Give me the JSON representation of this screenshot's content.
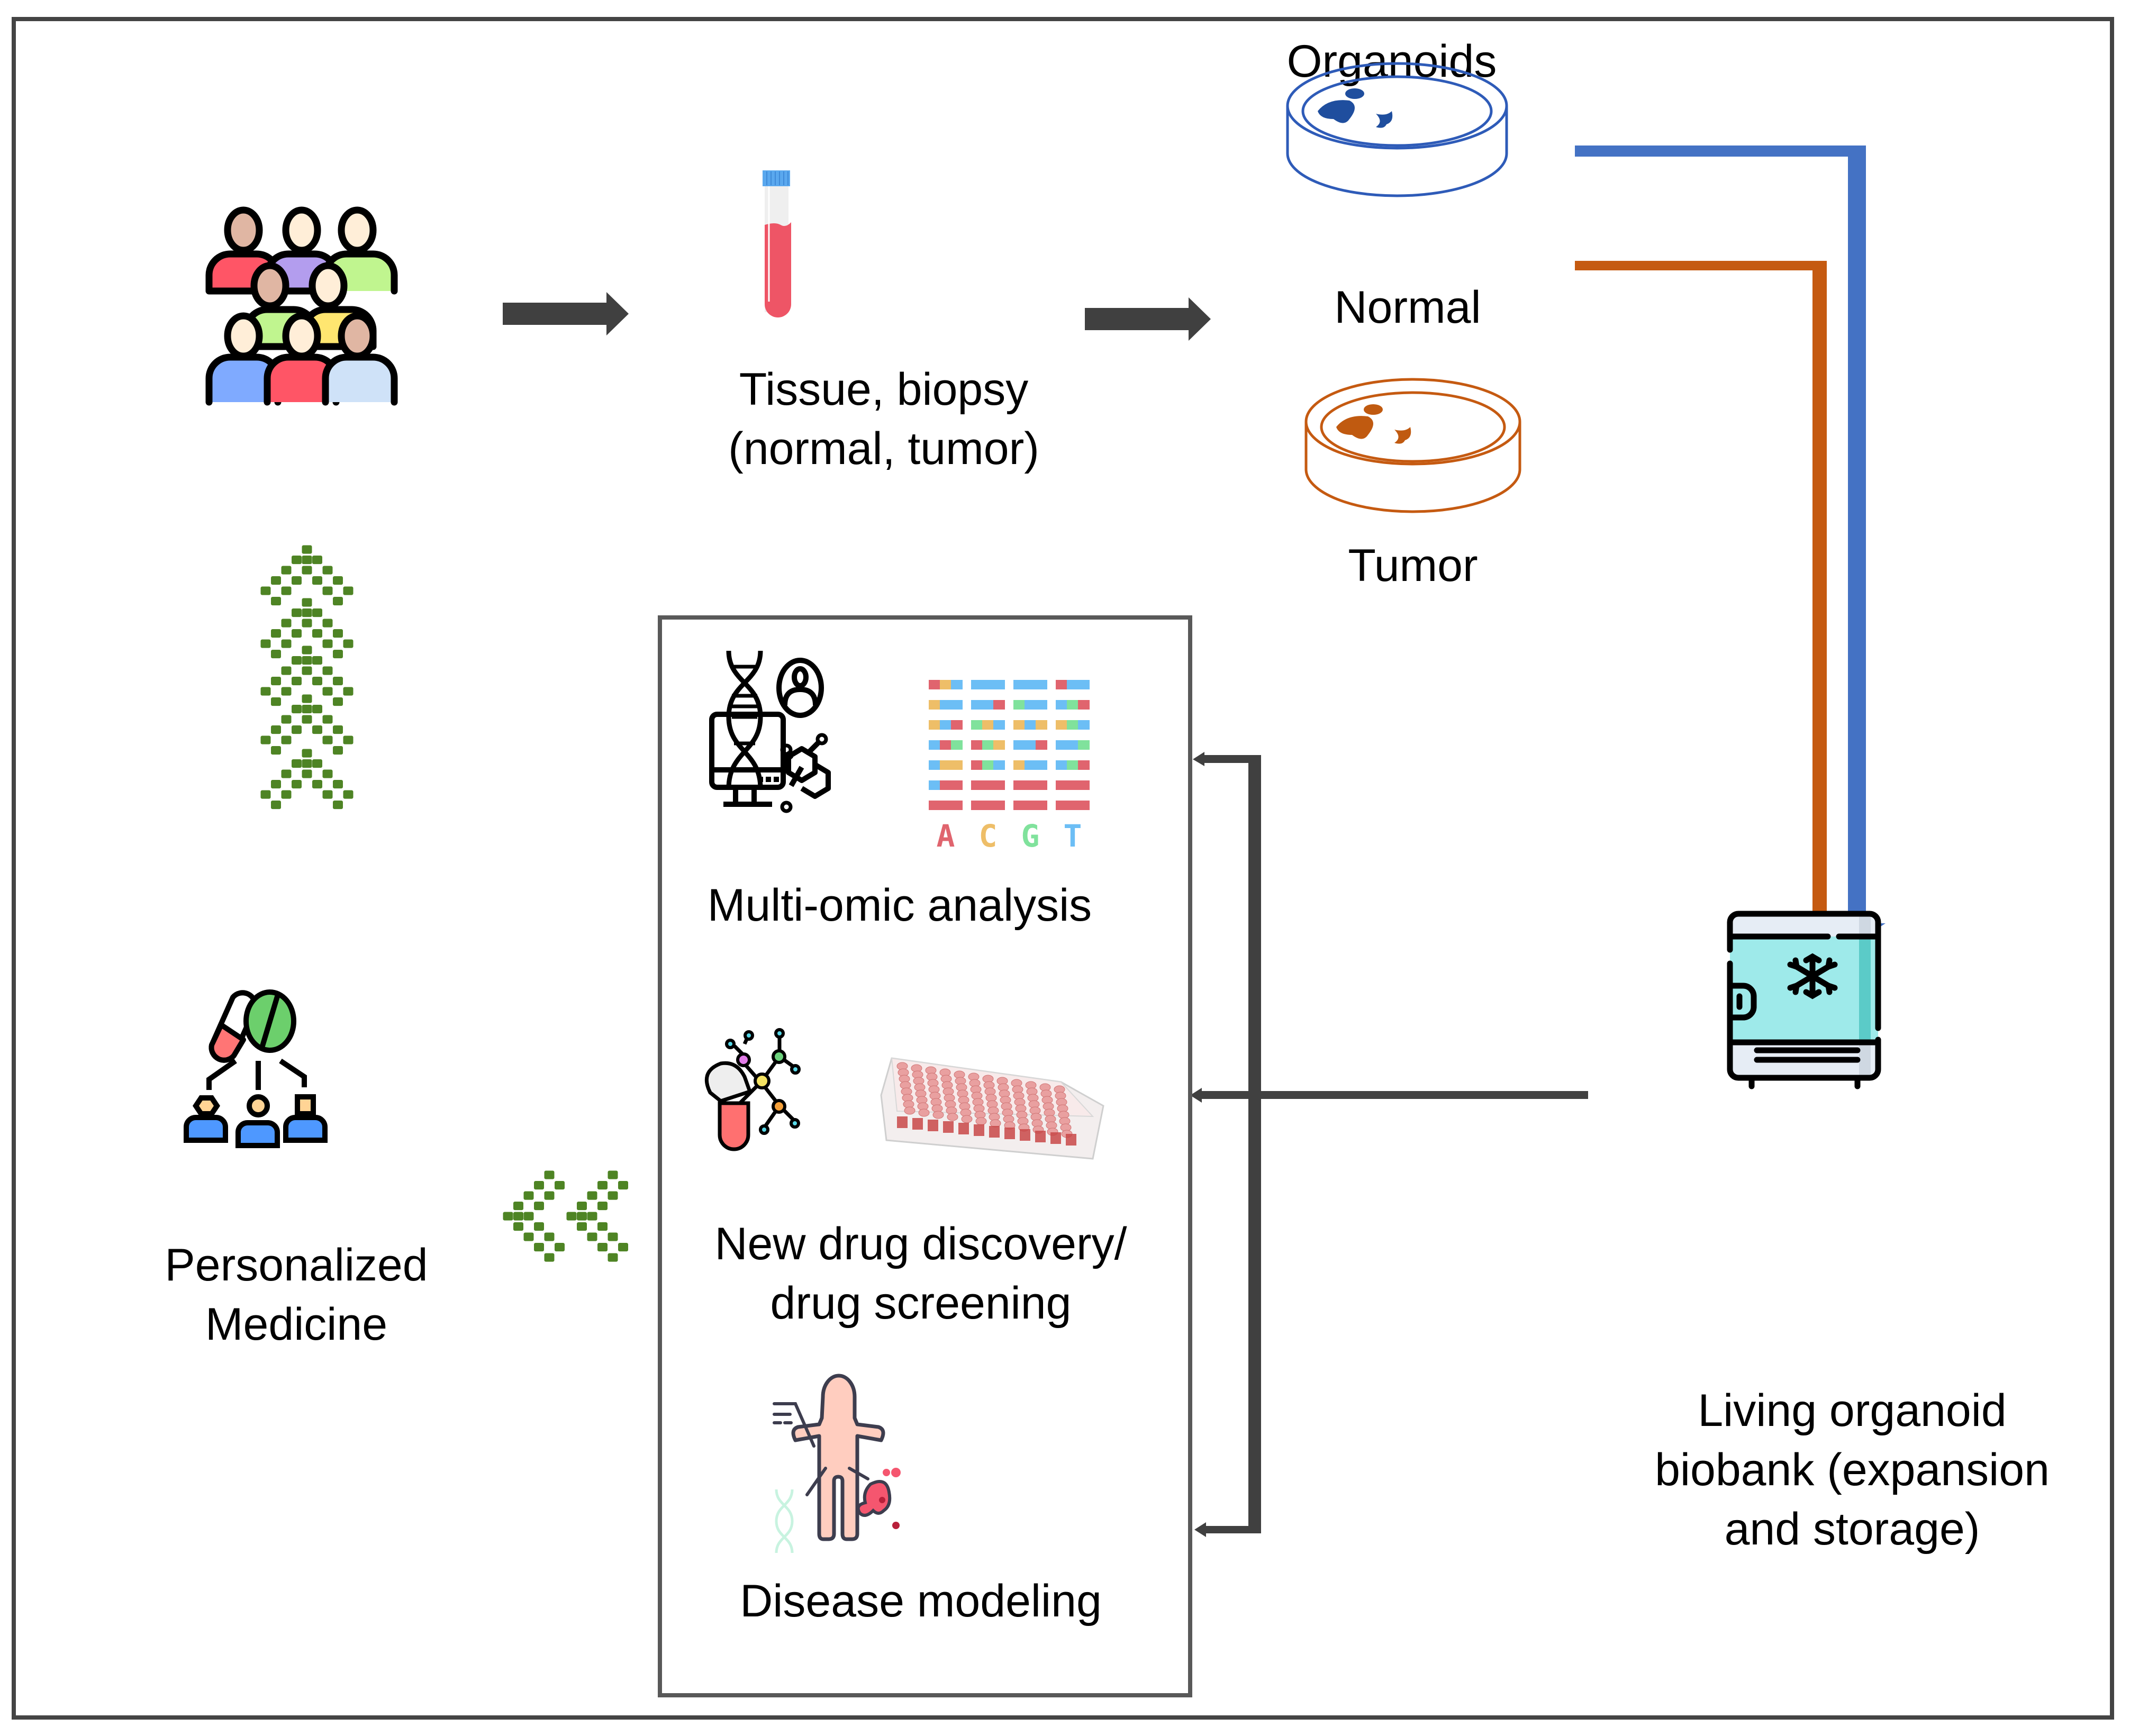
{
  "diagram": {
    "type": "workflow",
    "nodes": {
      "patients": {
        "icon": "patient-group-icon"
      },
      "tissue": {
        "icon": "test-tube-icon",
        "label_line1": "Tissue, biopsy",
        "label_line2": "(normal, tumor)"
      },
      "organoids": {
        "title": "Organoids",
        "normal": {
          "icon": "petri-dish-normal-icon",
          "label": "Normal",
          "color": "#4472C4"
        },
        "tumor": {
          "icon": "petri-dish-tumor-icon",
          "label": "Tumor",
          "color": "#C55A11"
        }
      },
      "biobank": {
        "icon": "freezer-icon",
        "label_line1": "Living organoid",
        "label_line2": "biobank (expansion",
        "label_line3": "and storage)"
      },
      "applications": {
        "multiomic": {
          "label": "Multi-omic analysis",
          "sequence_letters": [
            "A",
            "C",
            "G",
            "T"
          ]
        },
        "drug": {
          "label_line1": "New drug discovery/",
          "label_line2": "drug screening"
        },
        "disease": {
          "label": "Disease modeling"
        }
      },
      "personalized": {
        "icon": "personalized-medicine-icon",
        "label_line1": "Personalized",
        "label_line2": "Medicine"
      }
    },
    "edges": [
      {
        "from": "patients",
        "to": "tissue",
        "color": "#404040"
      },
      {
        "from": "tissue",
        "to": "organoids",
        "color": "#404040"
      },
      {
        "from": "organoids.normal",
        "to": "biobank",
        "color": "#4472C4"
      },
      {
        "from": "organoids.tumor",
        "to": "biobank",
        "color": "#C55A11"
      },
      {
        "from": "biobank",
        "to": "applications.multiomic",
        "color": "#404040"
      },
      {
        "from": "biobank",
        "to": "applications.drug",
        "color": "#404040"
      },
      {
        "from": "biobank",
        "to": "applications.disease",
        "color": "#404040"
      },
      {
        "from": "applications",
        "to": "personalized",
        "color": "#4E8424",
        "style": "checkered-chevrons"
      },
      {
        "from": "personalized",
        "to": "patients",
        "color": "#4E8424",
        "style": "checkered-chevrons"
      }
    ],
    "colors": {
      "arrow_dark": "#404040",
      "chevron_green": "#4E8424",
      "frame": "#444444"
    }
  }
}
